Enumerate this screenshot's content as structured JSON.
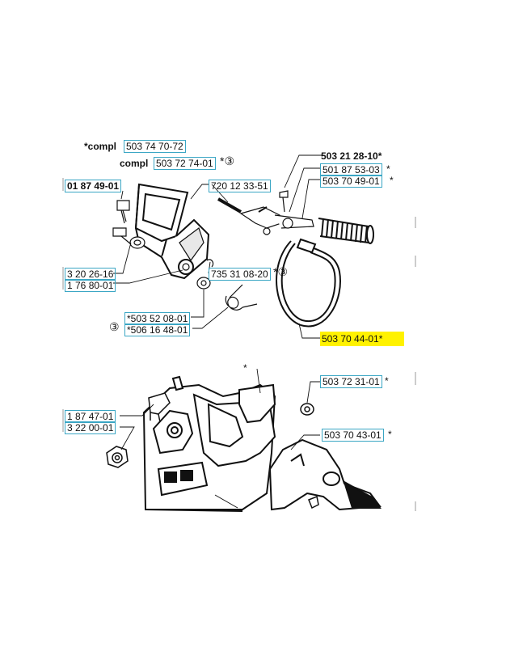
{
  "labels": {
    "compl_a_prefix": "*compl",
    "compl_a_part": "503 74 70-72",
    "compl_b_prefix": "compl",
    "compl_b_part": "503 72 74-01",
    "compl_b_suffix": "*③",
    "part_0187_49": "01 87 49-01",
    "part_7201233": "720 12 33-51",
    "part_5032128": "503 21 28-10*",
    "part_5018753": "501 87 53-03",
    "part_5018753_suffix": "*",
    "part_5037049": "503  70 49-01",
    "part_5037049_suffix": "*",
    "part_3202616": "3 20 26-16",
    "part_1768001": "1 76 80-01",
    "part_7353108": "735 31 08-20",
    "part_7353108_suffix": "*③",
    "part_5035208": "*503 52 08-01",
    "part_5061648": "*506 16 48-01",
    "circled_three": "③",
    "part_5037044": "503 70 44-01*",
    "star_mark": "*",
    "part_5037231": "503 72 31-01",
    "part_5037231_suffix": "*",
    "part_1874701": "1 87 47-01",
    "part_3220001": "3 22 00-01",
    "part_5037043": "503 70 43-01",
    "part_5037043_suffix": "*"
  },
  "colors": {
    "box_border": "#3aa6c4",
    "highlight": "#fff200",
    "line": "#111111"
  }
}
